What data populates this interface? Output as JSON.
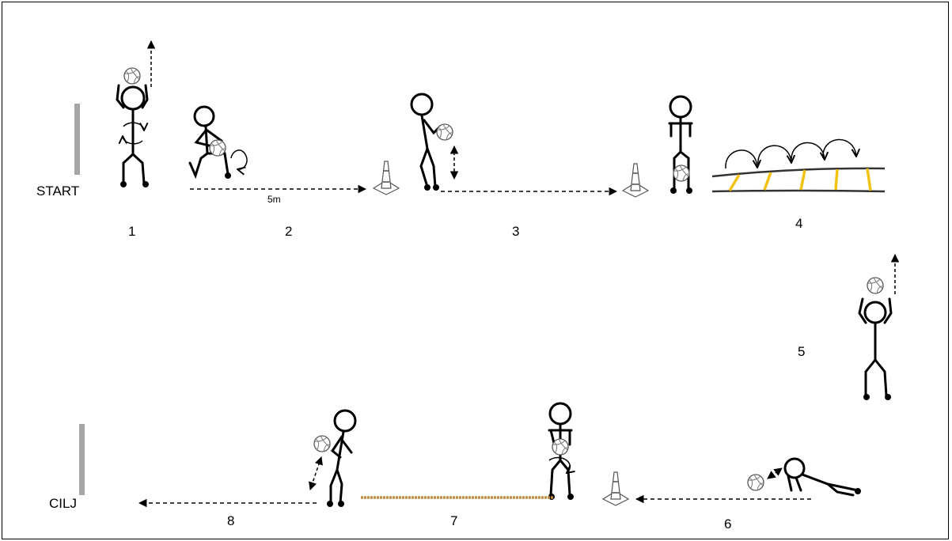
{
  "labels": {
    "start": "START",
    "finish": "CILJ",
    "distance": "5m"
  },
  "stations": [
    "1",
    "2",
    "3",
    "4",
    "5",
    "6",
    "7",
    "8"
  ],
  "icons": {
    "figure": "stick-figure-icon",
    "ball": "volleyball-icon",
    "cone": "traffic-cone-icon",
    "ladder": "agility-ladder-icon",
    "rope": "rope-icon",
    "post": "start-finish-post-icon"
  },
  "colors": {
    "ink": "#000000",
    "post": "#a6a6a6",
    "ladder_rung": "#f2c314",
    "rope": "#c08a3e"
  }
}
